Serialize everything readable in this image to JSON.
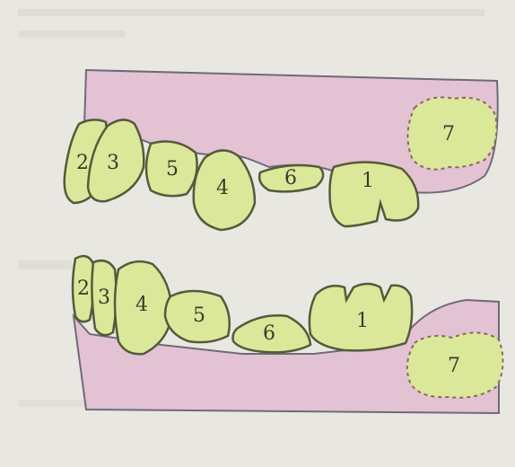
{
  "upper_jaw": {
    "tooth_labels": [
      "2",
      "3",
      "5",
      "4",
      "6",
      "1",
      "7"
    ]
  },
  "lower_jaw": {
    "tooth_labels": [
      "2",
      "3",
      "4",
      "5",
      "6",
      "1",
      "7"
    ]
  },
  "colors": {
    "background": "#e9e7e2",
    "gum": "#e3c2d4",
    "tooth": "#dbe89a",
    "outline": "#555a3a"
  }
}
